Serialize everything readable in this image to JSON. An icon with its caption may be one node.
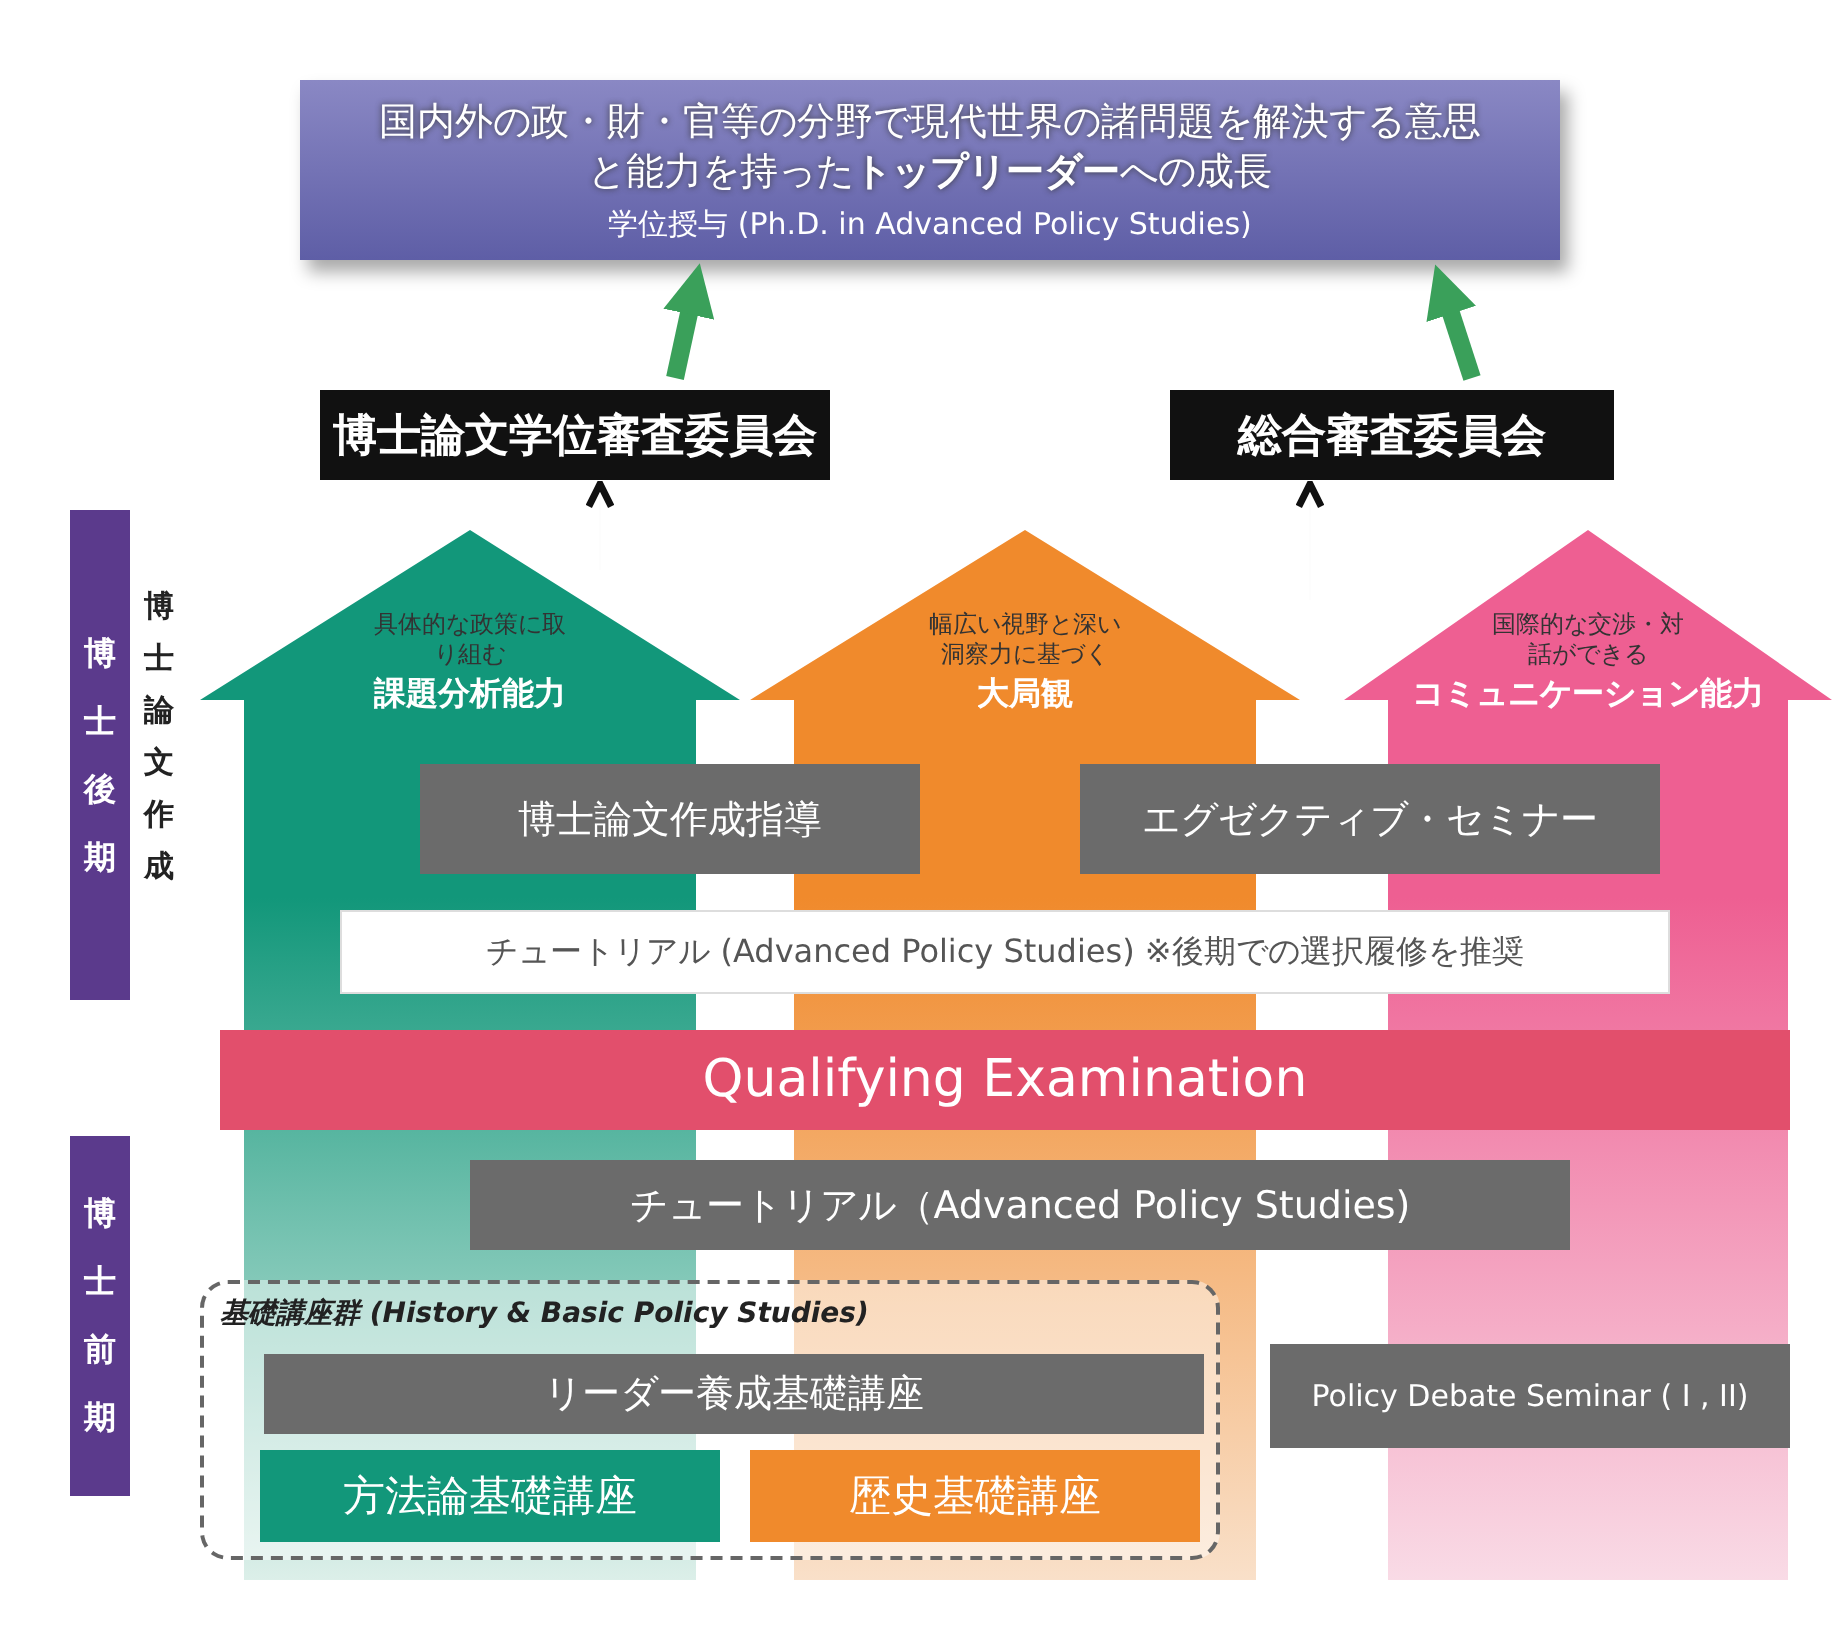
{
  "diagram": {
    "nodes": [
      {
        "text": [
          "国内外の政・財・官等の分野で現代世界の諸問題を解決する意思と能力を持った**トップリーダー**への成長",
          "学位授与 (Ph.D. in Advanced Policy Studies)"
        ]
      },
      {
        "text": [
          "博士論文学位審査委員会"
        ]
      },
      {
        "text": [
          "総合審査委員会"
        ]
      },
      {
        "text": [
          "具体的な政策に取り組む",
          "課題分析能力"
        ]
      },
      {
        "text": [
          "幅広い視野と深い洞察力に基づく",
          "大局観"
        ]
      },
      {
        "text": [
          "国際的な交渉・対話ができる",
          "コミュニケーション能力"
        ]
      },
      {
        "text": [
          "博士論文作成指導"
        ]
      },
      {
        "text": [
          "エグゼクティブ・セミナー"
        ]
      },
      {
        "text": [
          "チュートリアル (Advanced Policy Studies) ※後期での選択履修を推奨"
        ]
      },
      {
        "text": [
          "Qualifying Examination"
        ]
      },
      {
        "text": [
          "チュートリアル（Advanced Policy Studies)"
        ]
      },
      {
        "text": [
          "基礎講座群 (History & Basic Policy Studies)"
        ]
      },
      {
        "text": [
          "リーダー養成基礎講座"
        ],
        "in": 11
      },
      {
        "text": [
          "方法論基礎講座"
        ]
      },
      {
        "text": [
          "歴史基礎講座"
        ]
      },
      {
        "text": [
          "Policy Debate Seminar ( I , II)"
        ]
      },
      {
        "text": [
          "博士後期"
        ]
      },
      {
        "text": [
          "博士前期"
        ]
      }
    ],
    "edges": [
      {
        "from": 1,
        "to": 0,
        "arrow": "to",
        "style": "thick",
        "color": "#3aa05a"
      },
      {
        "from": 2,
        "to": 0,
        "arrow": "to",
        "style": "thick",
        "color": "#3aa05a"
      },
      {
        "from": null,
        "to": 1,
        "arrow": "to",
        "color": "#111111"
      },
      {
        "from": null,
        "to": 2,
        "arrow": "to",
        "color": "#111111"
      }
    ],
    "labels": [
      "博士論文作成"
    ]
  }
}
